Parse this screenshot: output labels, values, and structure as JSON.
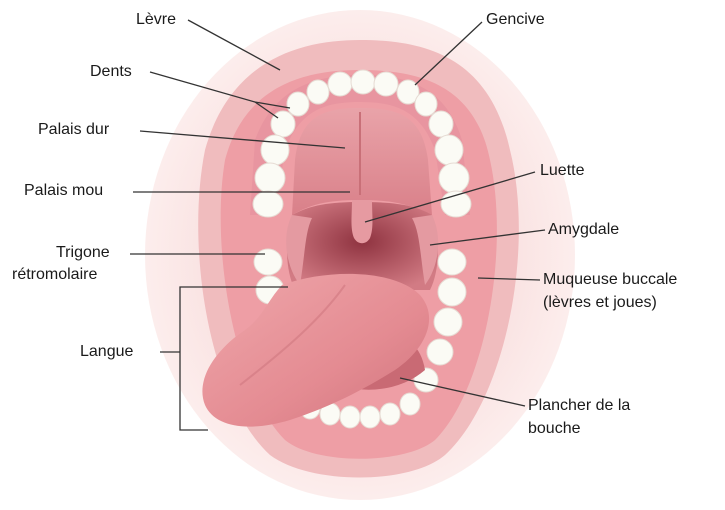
{
  "labels": {
    "levre": "Lèvre",
    "gencive": "Gencive",
    "dents": "Dents",
    "palais_dur": "Palais dur",
    "palais_mou": "Palais mou",
    "luette": "Luette",
    "amygdale": "Amygdale",
    "trigone_line1": "Trigone",
    "trigone_line2": "rétromolaire",
    "muqueuse_line1": "Muqueuse buccale",
    "muqueuse_line2": "(lèvres et joues)",
    "langue": "Langue",
    "plancher_line1": "Plancher de la",
    "plancher_line2": "bouche"
  },
  "colors": {
    "skin": "#f6d7d6",
    "lip": "#eeb4b6",
    "gum": "#e79aa1",
    "palate": "#df8d95",
    "throat": "#b8565f",
    "tongue": "#e58f95",
    "teeth": "#fbfbf6",
    "leader": "#333333"
  }
}
